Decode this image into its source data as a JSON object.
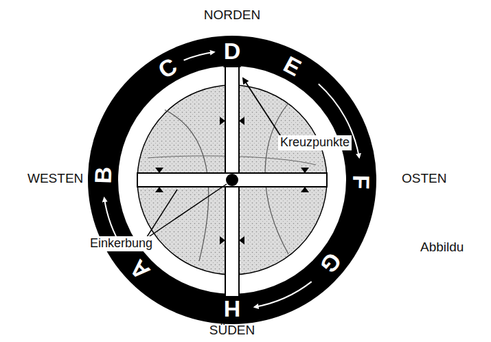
{
  "diagram": {
    "labels": [
      "NORDEN",
      "D",
      "C",
      "E",
      "Kreuzpunkte",
      "WESTEN",
      "B",
      "F",
      "OSTEN",
      "Einkerbung",
      "A",
      "G",
      "H",
      "Abbildu",
      "SÜDEN"
    ]
  }
}
